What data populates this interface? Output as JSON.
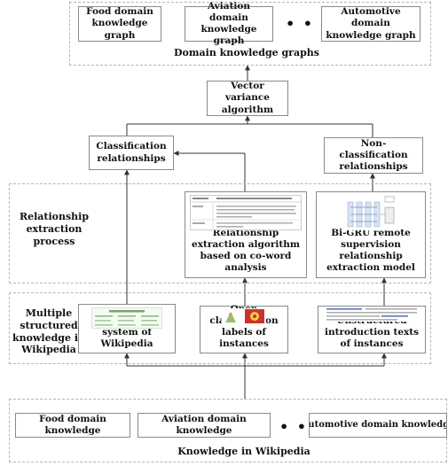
{
  "top_section": {
    "graphs": [
      "Food domain knowledge graph",
      "Aviation domain knowledge graph",
      "Automotive domain knowledge graph"
    ],
    "ellipsis": "• • •",
    "label": "Domain knowledge graphs"
  },
  "vector_variance": "Vector variance algorithm",
  "classification_rel": "Classification relationships",
  "non_classification_rel": "Non-classification relationships",
  "extraction_section": {
    "label": "Relationship extraction process",
    "co_word": "Relationship extraction algorithm based on co-word analysis",
    "bigru": "Bi-GRU remote supervision relationship extraction model"
  },
  "wikipedia_section": {
    "label": "Multiple structured knowledge in Wikipedia",
    "classification_system": "Classification system of Wikipedia",
    "open_labels": "Open classification labels of instances",
    "unstructured": "Unstructured introduction texts of instances"
  },
  "bottom_section": {
    "domains": [
      "Food domain knowledge",
      "Aviation domain knowledge",
      "Automotive domain knowledge"
    ],
    "ellipsis": "• • •",
    "label": "Knowledge in Wikipedia"
  },
  "colors": {
    "box_border": "#8a8a8a",
    "region_border": "#b5b5b5",
    "arrow": "#333333"
  }
}
